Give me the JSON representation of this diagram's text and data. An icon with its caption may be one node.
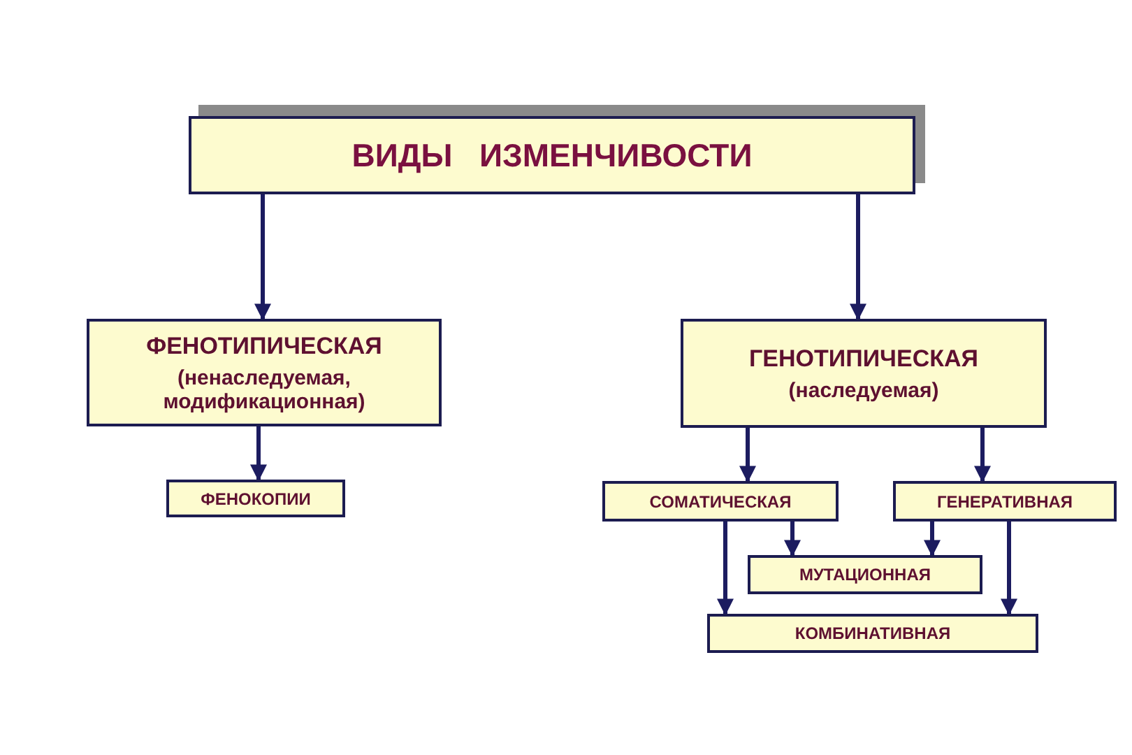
{
  "diagram": {
    "nodes": [
      {
        "text": [
          "ВИДЫ   ИЗМЕНЧИВОСТИ"
        ]
      },
      {
        "text": [
          "ФЕНОТИПИЧЕСКАЯ",
          "(ненаследуемая, модификационная)"
        ]
      },
      {
        "text": [
          "ГЕНОТИПИЧЕСКАЯ",
          "(наследуемая)"
        ]
      },
      {
        "text": [
          "ФЕНОКОПИИ"
        ]
      },
      {
        "text": [
          "СОМАТИЧЕСКАЯ"
        ]
      },
      {
        "text": [
          "ГЕНЕРАТИВНАЯ"
        ]
      },
      {
        "text": [
          "МУТАЦИОННАЯ"
        ]
      },
      {
        "text": [
          "КОМБИНАТИВНАЯ"
        ]
      }
    ],
    "edges": [
      {
        "from": 0,
        "to": 1,
        "arrow": "to"
      },
      {
        "from": 0,
        "to": 2,
        "arrow": "to"
      },
      {
        "from": 1,
        "to": 3,
        "arrow": "to"
      },
      {
        "from": 2,
        "to": 4,
        "arrow": "to"
      },
      {
        "from": 2,
        "to": 5,
        "arrow": "to"
      },
      {
        "from": 4,
        "to": 6,
        "arrow": "to"
      },
      {
        "from": 5,
        "to": 6,
        "arrow": "to"
      },
      {
        "from": 4,
        "to": 7,
        "arrow": "to"
      },
      {
        "from": 5,
        "to": 7,
        "arrow": "to"
      }
    ]
  }
}
